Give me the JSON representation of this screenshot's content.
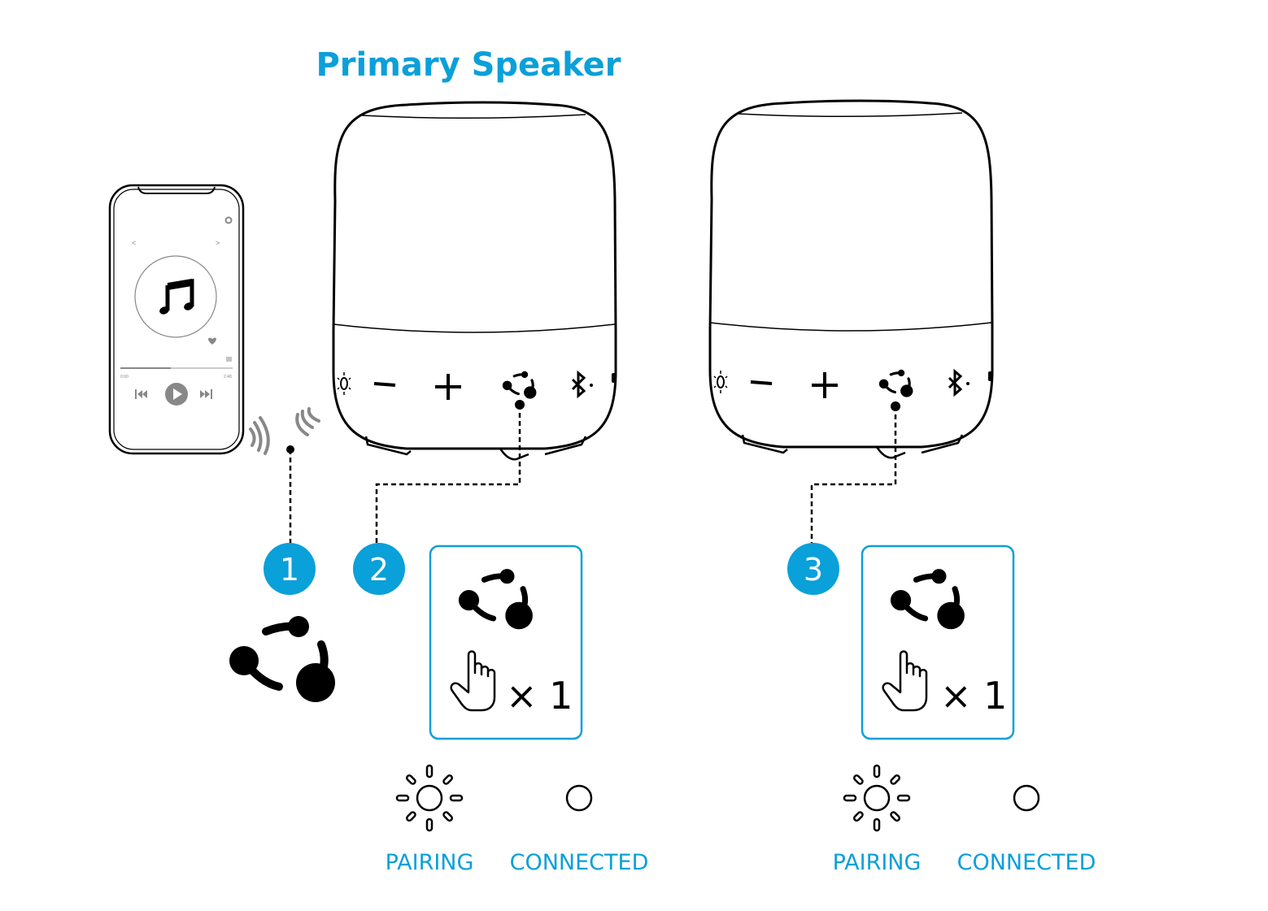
{
  "title": "Primary Speaker",
  "phone": {
    "nav_prev": "<",
    "nav_next": ">",
    "time_elapsed": "0:00",
    "time_total": "2:48",
    "progress": 0.45
  },
  "steps": [
    {
      "number": "1"
    },
    {
      "number": "2",
      "press_count": "× 1"
    },
    {
      "number": "3",
      "press_count": "× 1"
    }
  ],
  "indicators": {
    "pairing": "PAIRING",
    "connected": "CONNECTED"
  },
  "colors": {
    "accent": "#0aa0d9"
  }
}
